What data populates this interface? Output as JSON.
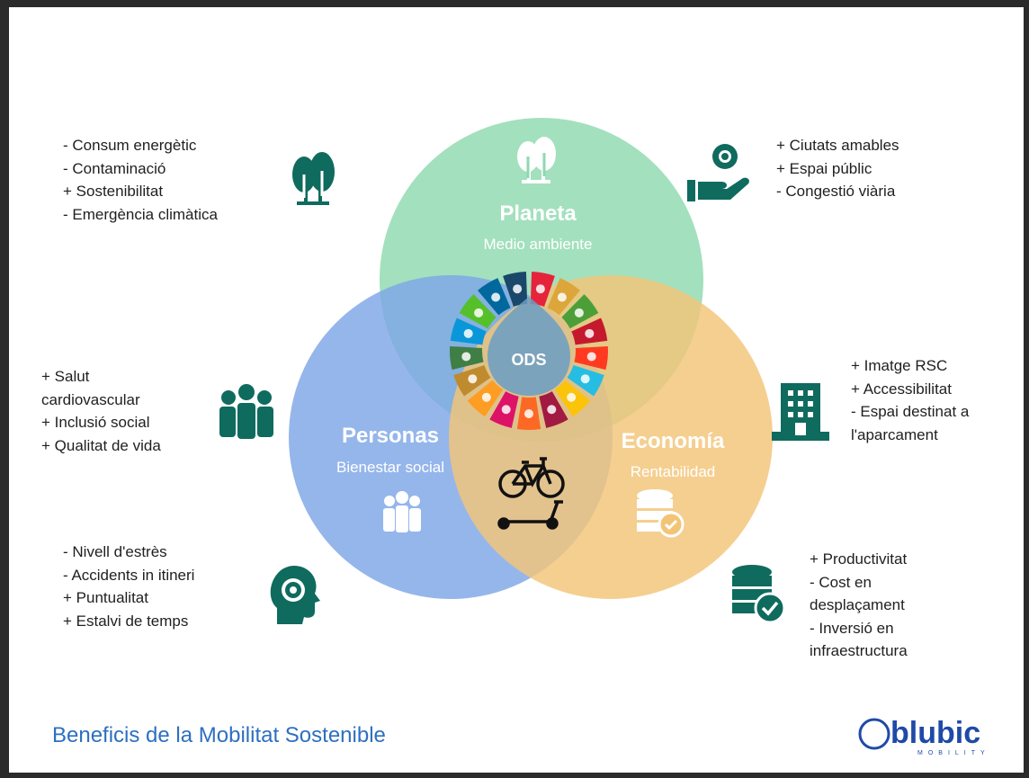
{
  "circles": {
    "planeta": {
      "title": "Planeta",
      "subtitle": "Medio ambiente",
      "color": "#8fd9b0"
    },
    "personas": {
      "title": "Personas",
      "subtitle": "Bienestar social",
      "color": "#7ea6e6"
    },
    "economia": {
      "title": "Economía",
      "subtitle": "Rentabilidad",
      "color": "#f3c477"
    }
  },
  "center": {
    "label": "ODS",
    "sdg_colors": [
      "#e5243b",
      "#dda63a",
      "#4c9f38",
      "#c5192d",
      "#ff3a21",
      "#26bde2",
      "#fcc30b",
      "#a21942",
      "#fd6925",
      "#dd1367",
      "#fd9d24",
      "#bf8b2e",
      "#3f7e44",
      "#0a97d9",
      "#56c02b",
      "#00689d",
      "#19486a"
    ]
  },
  "lists": {
    "top_left": [
      "- Consum energètic",
      "- Contaminació",
      "+ Sostenibilitat",
      "- Emergència climàtica"
    ],
    "top_right": [
      "+ Ciutats amables",
      "+ Espai públic",
      "- Congestió viària"
    ],
    "mid_left": [
      "+ Salut",
      "cardiovascular",
      "+ Inclusió social",
      "+ Qualitat de vida"
    ],
    "mid_right": [
      "+ Imatge RSC",
      "+ Accessibilitat",
      "- Espai destinat a",
      "l'aparcament"
    ],
    "bottom_left": [
      "- Nivell d'estrès",
      "- Accidents in itineri",
      "+ Puntualitat",
      "+ Estalvi de temps"
    ],
    "bottom_right": [
      "+ Productivitat",
      "- Cost en",
      "desplaçament",
      "- Inversió en",
      "infraestructura"
    ]
  },
  "icons": {
    "color": "#0f6b5e",
    "names": [
      "trees-icon",
      "hand-award-icon",
      "team-icon",
      "building-icon",
      "head-gear-icon",
      "database-check-icon",
      "bicycle-scooter-icon"
    ]
  },
  "footer": {
    "title": "Beneficis de la Mobilitat Sostenible"
  },
  "logo": {
    "text": "blubic",
    "tagline": "MOBILITY",
    "color": "#1f4aa8"
  }
}
